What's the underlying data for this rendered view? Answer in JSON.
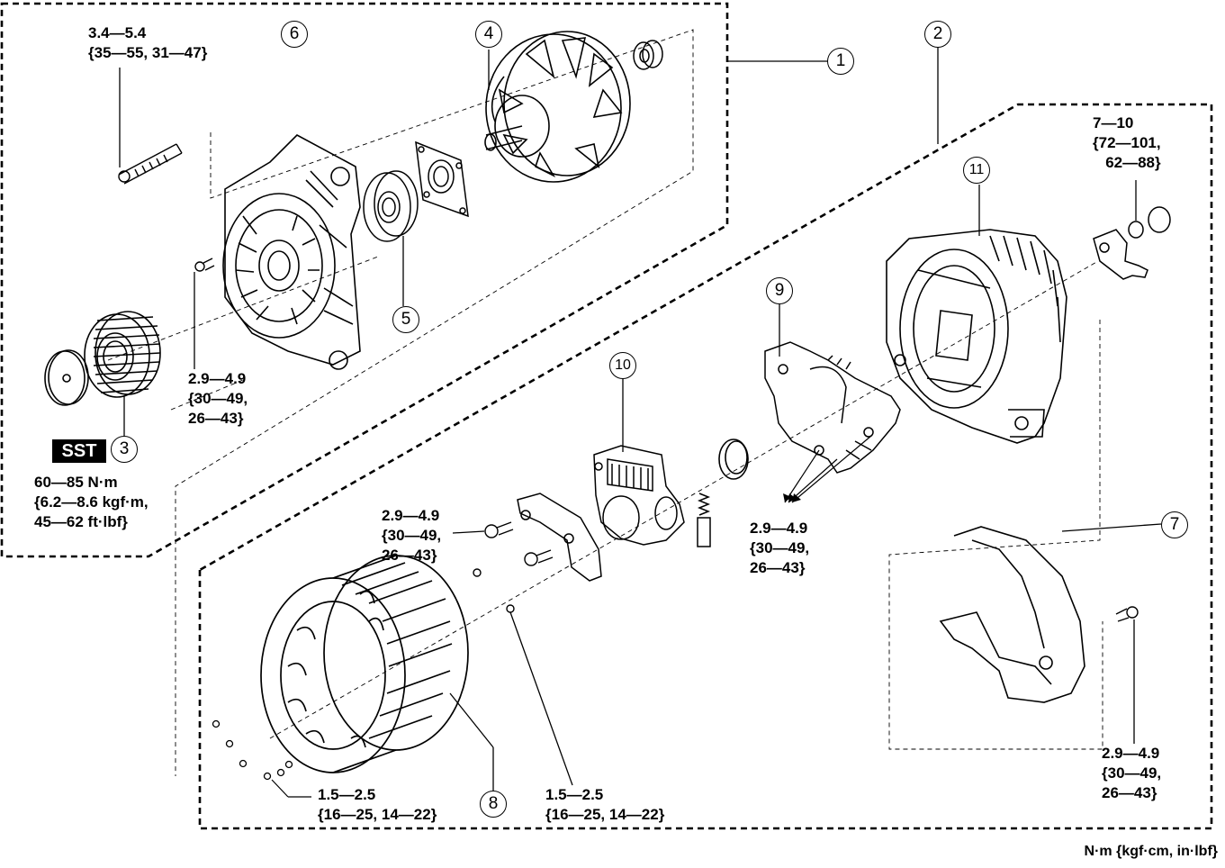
{
  "callouts": [
    "1",
    "2",
    "3",
    "4",
    "5",
    "6",
    "7",
    "8",
    "9",
    "10",
    "11"
  ],
  "sst_label": "SST",
  "units_note": "N·m {kgf·cm, in·lbf}",
  "torques": {
    "bolt_long": [
      "3.4—5.4",
      "{35—55, 31—47}"
    ],
    "front_bolt": [
      "2.9—4.9",
      "{30—49,",
      "26—43}"
    ],
    "pulley": [
      "60—85 N·m",
      "{6.2—8.6 kgf·m,",
      "45—62 ft·lbf}"
    ],
    "regulator_screw": [
      "2.9—4.9",
      "{30—49,",
      "26—43}"
    ],
    "terminal_nut": [
      "7—10",
      "{72—101,",
      "62—88}"
    ],
    "rectifier_screws": [
      "2.9—4.9",
      "{30—49,",
      "26—43}"
    ],
    "cover_bolt": [
      "2.9—4.9",
      "{30—49,",
      "26—43}"
    ],
    "stator_screws": [
      "1.5—2.5",
      "{16—25, 14—22}"
    ],
    "small_screw": [
      "1.5—2.5",
      "{16—25, 14—22}"
    ]
  }
}
